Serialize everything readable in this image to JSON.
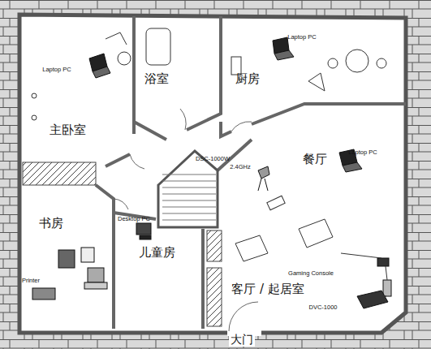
{
  "diagram": {
    "nodes": [
      {
        "text": [
          "浴室"
        ]
      },
      {
        "text": [
          "厨房"
        ]
      },
      {
        "text": [
          "主卧室"
        ]
      },
      {
        "text": [
          "餐厅"
        ]
      },
      {
        "text": [
          "书房"
        ]
      },
      {
        "text": [
          "儿童房"
        ]
      },
      {
        "text": [
          "客厅 / 起居室"
        ]
      }
    ],
    "labels": [
      "Laptop PC",
      "Laptop PC",
      "Laptop PC",
      "DSC-1000W",
      "2.4GHz",
      "Desktop PC",
      "Printer",
      "Gaming Console",
      "DVC-1000",
      "大门"
    ]
  }
}
